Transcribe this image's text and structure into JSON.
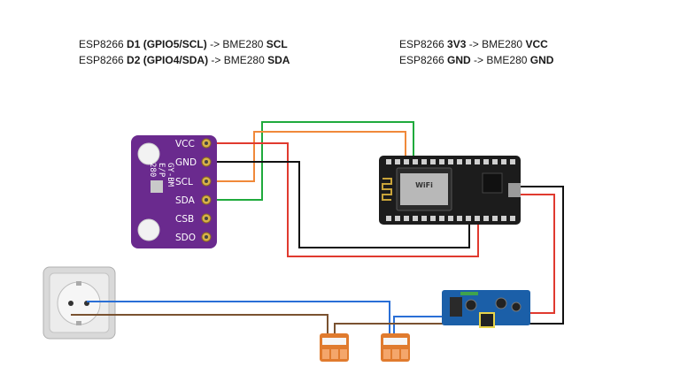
{
  "notes": {
    "left": [
      {
        "prefix": "ESP8266 ",
        "pin": "D1 (GPIO5/SCL)",
        "arrow": " -> BME280 ",
        "target": "SCL"
      },
      {
        "prefix": "ESP8266 ",
        "pin": "D2 (GPIO4/SDA)",
        "arrow": " -> BME280 ",
        "target": "SDA"
      }
    ],
    "right": [
      {
        "prefix": "ESP8266 ",
        "pin": "3V3",
        "arrow": " -> BME280 ",
        "target": "VCC"
      },
      {
        "prefix": "ESP8266 ",
        "pin": "GND",
        "arrow": " -> BME280 ",
        "target": "GND"
      }
    ]
  },
  "sensor": {
    "pins": [
      "VCC",
      "GND",
      "SCL",
      "SDA",
      "CSB",
      "SDO"
    ],
    "silk_line1": "GY-BM",
    "silk_line2": "E/P",
    "silk_line3": "280"
  },
  "esp": {
    "chip_label": "WiFi"
  },
  "colors": {
    "sensor_board": "#6a2a8e",
    "esp_board": "#1c1c1c",
    "psu_board": "#1b5fa8",
    "wire_red": "#e03a2f",
    "wire_black": "#111111",
    "wire_green": "#1faa3c",
    "wire_orange": "#f0893a",
    "wire_blue": "#2a6fd6",
    "wire_brown": "#7a5230",
    "wago": "#e07b2e"
  },
  "icons": [
    "wall-socket-icon",
    "wago-connector-icon",
    "power-supply-module-icon"
  ]
}
